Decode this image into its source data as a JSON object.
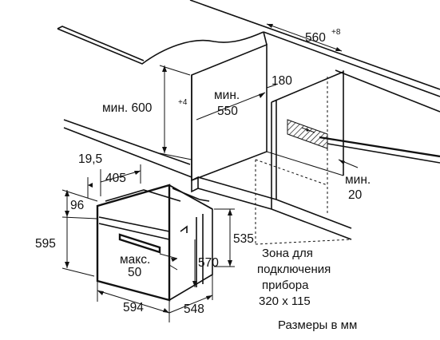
{
  "cabinet": {
    "width_label": "560",
    "width_sup": "+8",
    "height_label": "мин. 600",
    "height_sup": "+4",
    "depth_min_label": "мин.",
    "depth_min_value": "550",
    "rear_gap": "180",
    "side_min_label": "мин.",
    "side_min_value": "20"
  },
  "oven": {
    "d_19_5": "19,5",
    "d_405": "405",
    "d_96": "96",
    "d_595": "595",
    "d_535": "535",
    "d_570": "570",
    "d_594": "594",
    "d_548": "548",
    "max_label": "макс.",
    "max_value": "50"
  },
  "connection_zone": {
    "line1": "Зона для",
    "line2": "подключения",
    "line3": "прибора",
    "line4": "320 x 115"
  },
  "units_note": "Размеры в мм"
}
